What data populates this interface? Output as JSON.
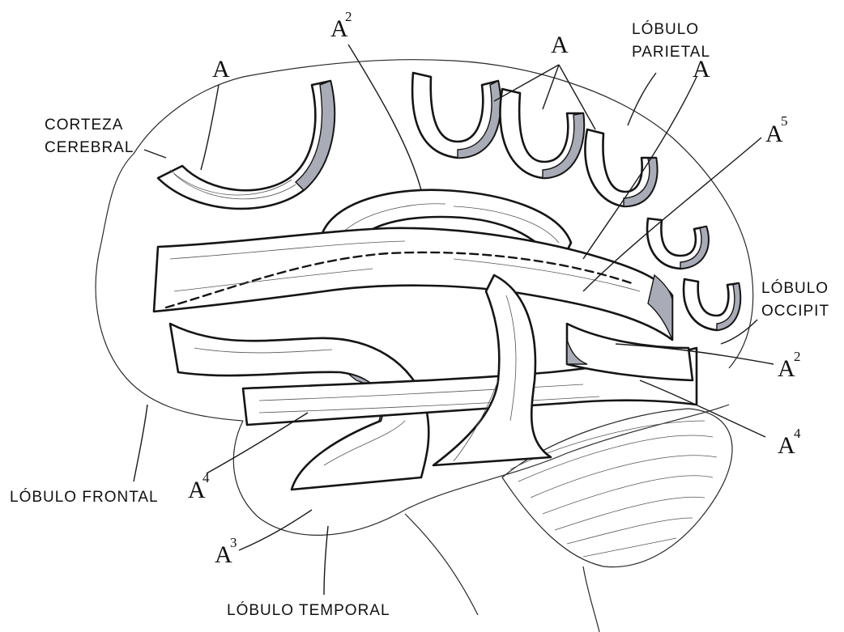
{
  "labels": {
    "corteza_line1": "CORTEZA",
    "corteza_line2": "CEREBRAL",
    "parietal_line1": "LÓBULO",
    "parietal_line2": "PARIETAL",
    "occipital_line1": "LÓBULO",
    "occipital_line2": "OCCIPIT",
    "frontal": "LÓBULO FRONTAL",
    "temporal": "LÓBULO TEMPORAL"
  },
  "markers": {
    "a_left": {
      "base": "A",
      "sup": ""
    },
    "a_top": {
      "base": "A",
      "sup": ""
    },
    "a2_top": {
      "base": "A",
      "sup": "2"
    },
    "a_parietal": {
      "base": "A",
      "sup": ""
    },
    "a5": {
      "base": "A",
      "sup": "5"
    },
    "a2_right": {
      "base": "A",
      "sup": "2"
    },
    "a4_right": {
      "base": "A",
      "sup": "4"
    },
    "a4_left": {
      "base": "A",
      "sup": "4"
    },
    "a3": {
      "base": "A",
      "sup": "3"
    }
  },
  "colors": {
    "ink": "#151515",
    "shade": "#a9acb6",
    "paper": "#ffffff"
  }
}
